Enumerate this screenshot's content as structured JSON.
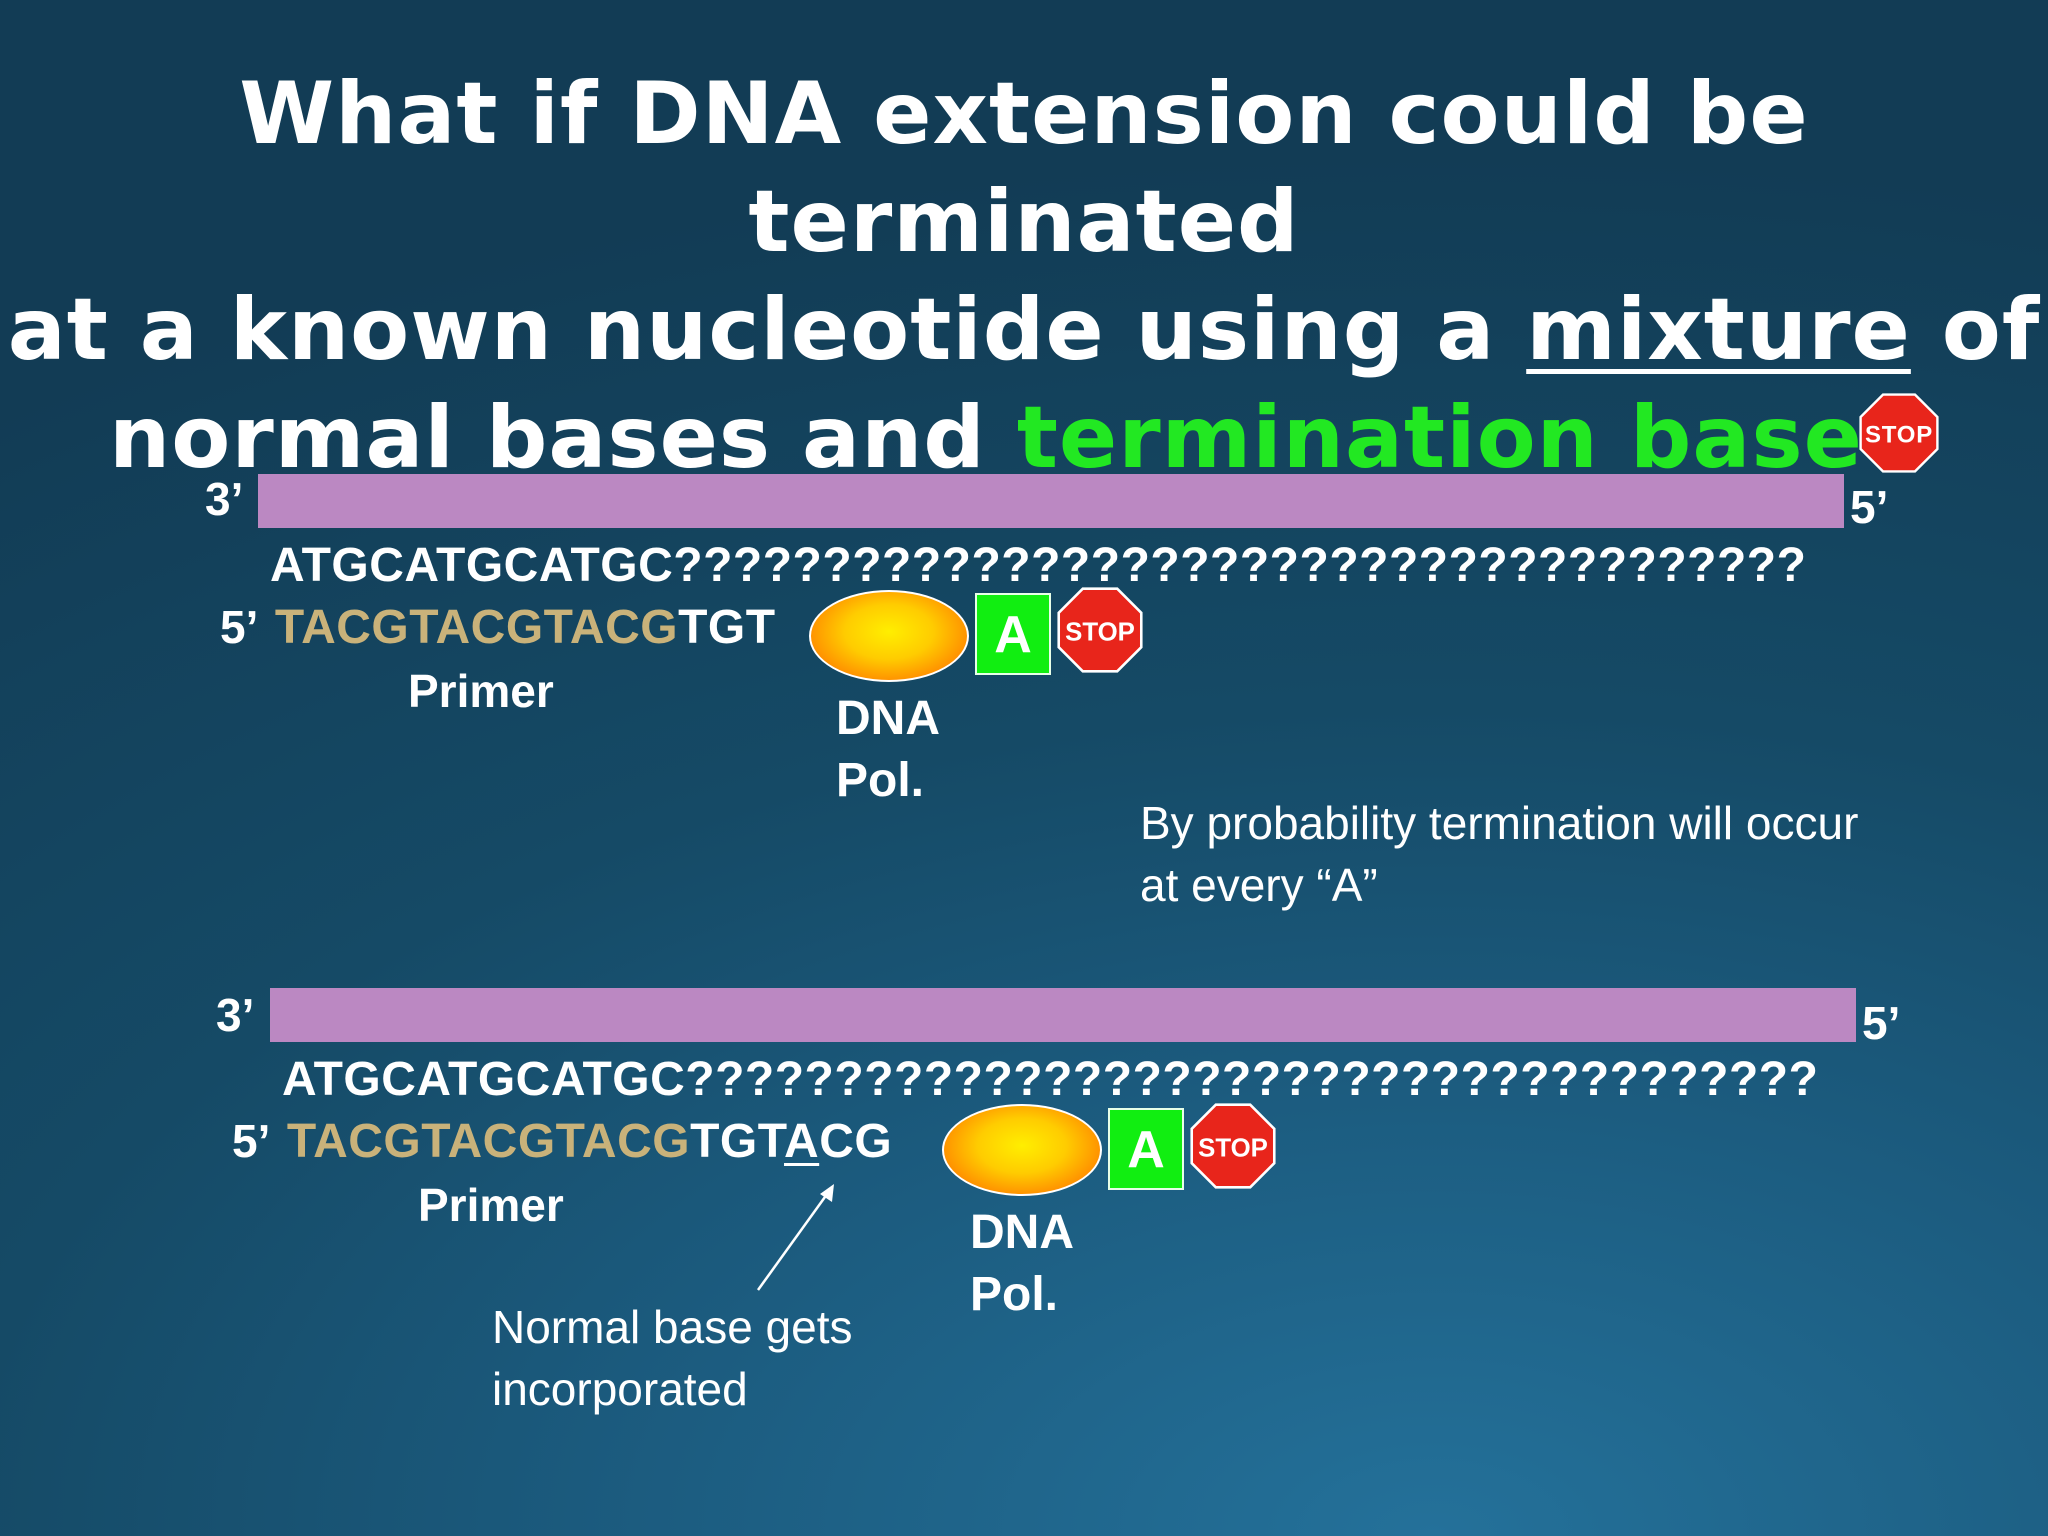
{
  "title": {
    "line1": "What if DNA extension could be terminated",
    "line2_before": "at a known nucleotide using a ",
    "line2_underlined": "mixture",
    "line2_after": " of",
    "line3_before": "normal bases and ",
    "line3_green": "termination base"
  },
  "stop_text": "STOP",
  "colors": {
    "template_bar": "#bb88c2",
    "primer": "#c9b27a",
    "termination_green": "#22e822",
    "a_box": "#11ee11",
    "stop_red": "#e8251b"
  },
  "panel1": {
    "label_3prime": "3’",
    "label_5prime_right": "5’",
    "template_seq": "ATGCATGCATGC??????????????????????????????????????",
    "label_5prime_left": "5’",
    "primer_seq": "TACGTACGTACG",
    "extension_seq": "TGT",
    "primer_label": "Primer",
    "pol_line1": "DNA",
    "pol_line2": "Pol.",
    "a_base": "A"
  },
  "note_probability": {
    "line1": "By probability termination will occur",
    "line2": "at every “A”"
  },
  "panel2": {
    "label_3prime": "3’",
    "label_5prime_right": "5’",
    "template_seq": "ATGCATGCATGC??????????????????????????????????????",
    "label_5prime_left": "5’",
    "primer_seq": "TACGTACGTACG",
    "extension_seq_before": "TGT",
    "extension_underlined": "A",
    "extension_seq_after": "CG",
    "primer_label": "Primer",
    "pol_line1": "DNA",
    "pol_line2": "Pol.",
    "a_base": "A"
  },
  "note_normal": {
    "line1": "Normal base gets",
    "line2": "incorporated"
  }
}
